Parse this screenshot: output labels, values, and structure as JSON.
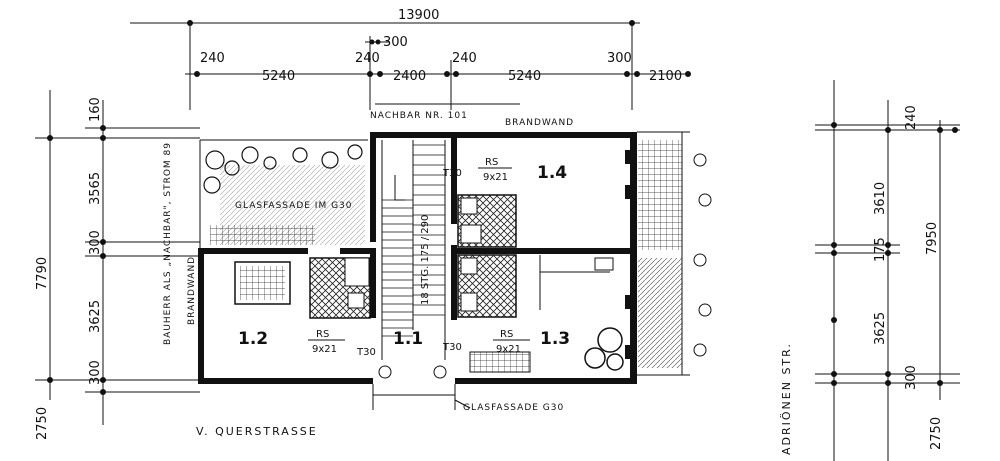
{
  "dimensions_top": {
    "total": "13900",
    "row2": [
      "240",
      "5240",
      "240",
      "2400",
      "240",
      "5240",
      "300",
      "2100"
    ],
    "small": "300"
  },
  "dimensions_left": {
    "total": "7790",
    "parts": [
      "160",
      "3565",
      "300",
      "3625",
      "300",
      "2750"
    ]
  },
  "dimensions_right": {
    "total": "7950",
    "parts": [
      "240",
      "3610",
      "175",
      "3625",
      "300",
      "2750"
    ]
  },
  "labels": {
    "neighbor_top": "NACHBAR NR. 101",
    "firewall_top": "BRANDWAND",
    "left_side_1": "BAUHERR ALS „NACHBAR\", STROM 89",
    "left_side_2": "BRANDWAND",
    "glass_facade_top": "GLASFASSADE IM G30",
    "glass_facade_bottom": "GLASFASSADE G30",
    "stairs": "18 STG. 175 / 290"
  },
  "rooms": [
    {
      "id": "1.1",
      "label": "1.1"
    },
    {
      "id": "1.2",
      "label": "1.2"
    },
    {
      "id": "1.3",
      "label": "1.3"
    },
    {
      "id": "1.4",
      "label": "1.4"
    }
  ],
  "door_labels": [
    "T30",
    "T30",
    "T30"
  ],
  "rs_labels": [
    {
      "top": "RS",
      "bottom": "9x21"
    },
    {
      "top": "RS",
      "bottom": "9x21"
    },
    {
      "top": "RS",
      "bottom": "9x21"
    }
  ],
  "streets": {
    "bottom": "V. QUERSTRASSE",
    "right": "ADRIÖNEN STR."
  }
}
